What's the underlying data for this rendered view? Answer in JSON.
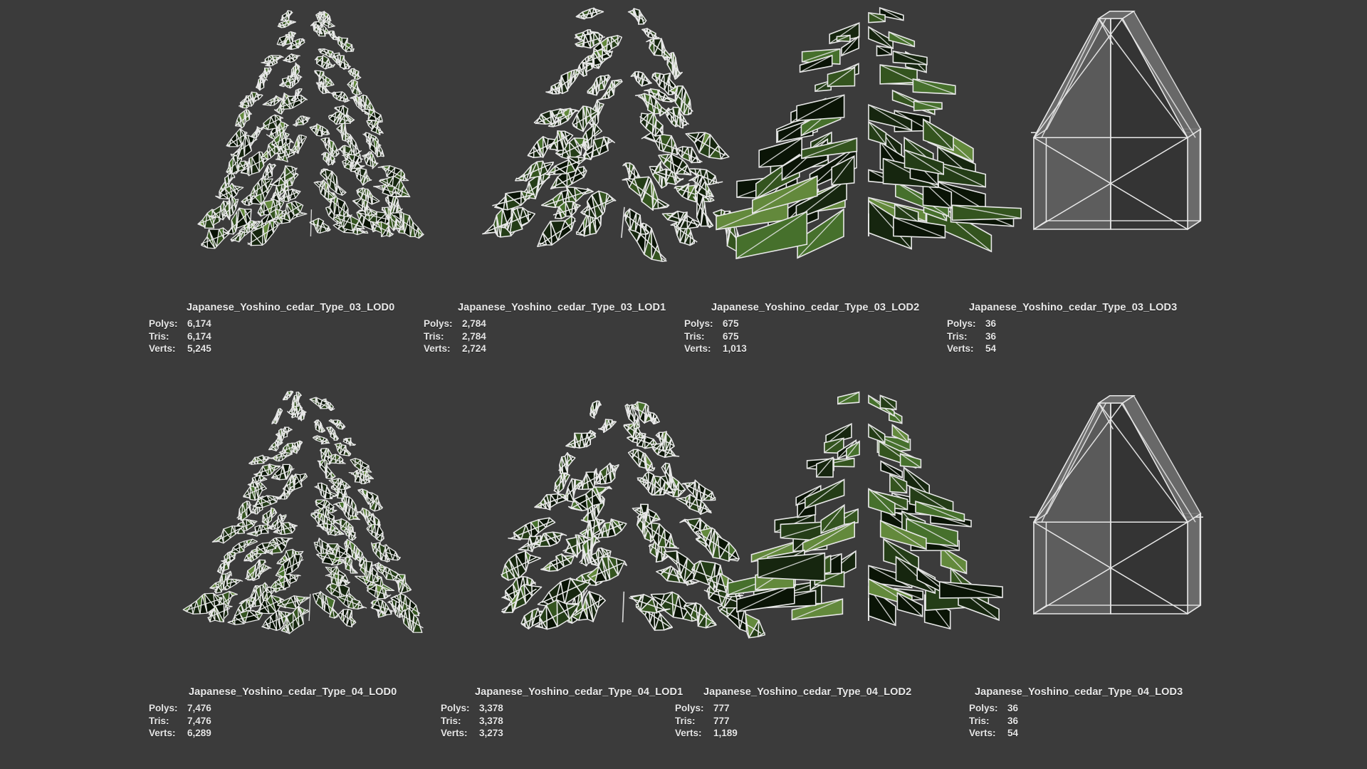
{
  "viewport": {
    "background_color": "#3b3b3b",
    "wireframe_color": "#e8e8e8",
    "foliage_dark": "#16260f",
    "foliage_mid": "#3d5c24",
    "foliage_light": "#7a9a47",
    "lod3_face_light": "#6d6d6d",
    "lod3_face_dark": "#343434"
  },
  "labels": {
    "polys": "Polys:",
    "tris": "Tris:",
    "verts": "Verts:"
  },
  "models": [
    {
      "name": "Japanese_Yoshino_cedar_Type_03_LOD0",
      "polys": "6,174",
      "tris": "6,174",
      "verts": "5,245",
      "style": "dense",
      "seed": 103,
      "lod": 0
    },
    {
      "name": "Japanese_Yoshino_cedar_Type_03_LOD1",
      "polys": "2,784",
      "tris": "2,784",
      "verts": "2,724",
      "style": "dense",
      "seed": 211,
      "lod": 1
    },
    {
      "name": "Japanese_Yoshino_cedar_Type_03_LOD2",
      "polys": "675",
      "tris": "675",
      "verts": "1,013",
      "style": "cards",
      "seed": 317,
      "lod": 2
    },
    {
      "name": "Japanese_Yoshino_cedar_Type_03_LOD3",
      "polys": "36",
      "tris": "36",
      "verts": "54",
      "style": "box",
      "seed": 401,
      "lod": 3
    },
    {
      "name": "Japanese_Yoshino_cedar_Type_04_LOD0",
      "polys": "7,476",
      "tris": "7,476",
      "verts": "6,289",
      "style": "dense",
      "seed": 523,
      "lod": 0
    },
    {
      "name": "Japanese_Yoshino_cedar_Type_04_LOD1",
      "polys": "3,378",
      "tris": "3,378",
      "verts": "3,273",
      "style": "dense",
      "seed": 631,
      "lod": 1
    },
    {
      "name": "Japanese_Yoshino_cedar_Type_04_LOD2",
      "polys": "777",
      "tris": "777",
      "verts": "1,189",
      "style": "cards",
      "seed": 743,
      "lod": 2
    },
    {
      "name": "Japanese_Yoshino_cedar_Type_04_LOD3",
      "polys": "36",
      "tris": "36",
      "verts": "54",
      "style": "box",
      "seed": 857,
      "lod": 3
    }
  ]
}
